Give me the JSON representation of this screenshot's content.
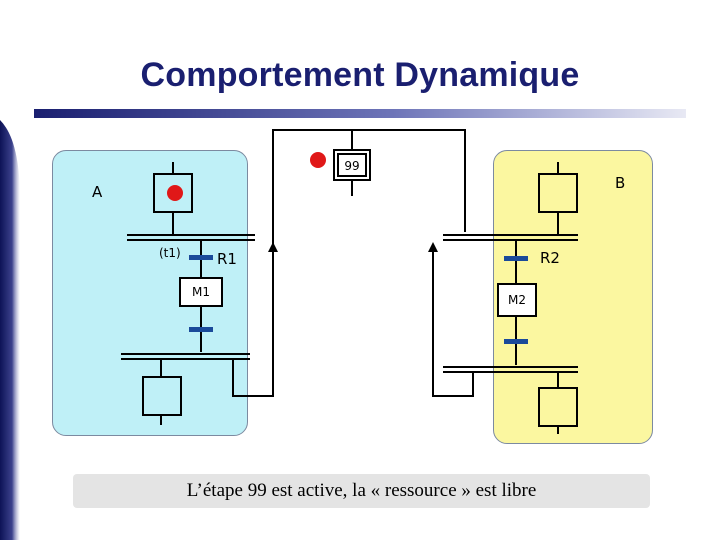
{
  "slide": {
    "title": "Comportement Dynamique",
    "caption": "L’étape 99 est active, la « ressource » est libre"
  },
  "diagram": {
    "zone_a_label": "A",
    "zone_b_label": "B",
    "resource_step": "99",
    "transition_t1": "(t1)",
    "receptivity_r1": "R1",
    "receptivity_r2": "R2",
    "step_m1": "M1",
    "step_m2": "M2",
    "active_steps": [
      "A-initial",
      "99"
    ]
  },
  "colors": {
    "title": "#1a1f70",
    "zone_a_fill": "#bff0f7",
    "zone_b_fill": "#fbf7a0",
    "transition_bar": "#1a4a9a",
    "token": "#e01818",
    "caption_bg": "#e4e4e4"
  }
}
